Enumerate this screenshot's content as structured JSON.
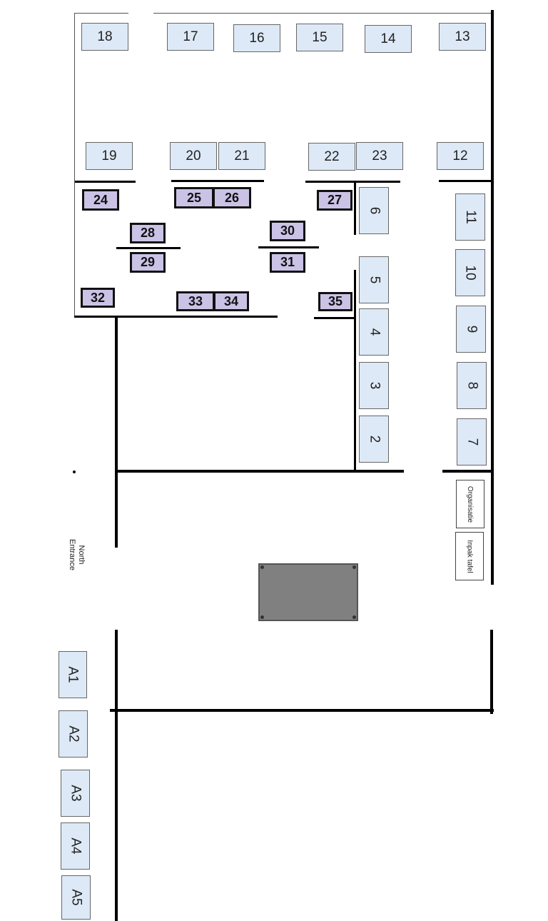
{
  "booths_top_row": [
    "18",
    "17",
    "16",
    "15",
    "14",
    "13"
  ],
  "booths_second_row": [
    "19",
    "20",
    "21",
    "22",
    "23",
    "12"
  ],
  "booths_right_column": [
    "11",
    "10",
    "9",
    "8",
    "7"
  ],
  "booths_inner_column": [
    "6",
    "5",
    "4",
    "3",
    "2"
  ],
  "featured_booths": [
    "24",
    "25",
    "26",
    "27",
    "28",
    "29",
    "30",
    "31",
    "32",
    "33",
    "34",
    "35"
  ],
  "service_tables": [
    "Organisatie",
    "Inpak tafel"
  ],
  "outdoor_booths": [
    "A1",
    "A2",
    "A3",
    "A4",
    "A5"
  ],
  "entrance": {
    "line1": "North",
    "line2": "Entrance"
  },
  "colors": {
    "standard_booth": "#dde9f6",
    "featured_booth": "#cbc3e6",
    "centerpiece": "#808080",
    "walls": "#000000"
  }
}
